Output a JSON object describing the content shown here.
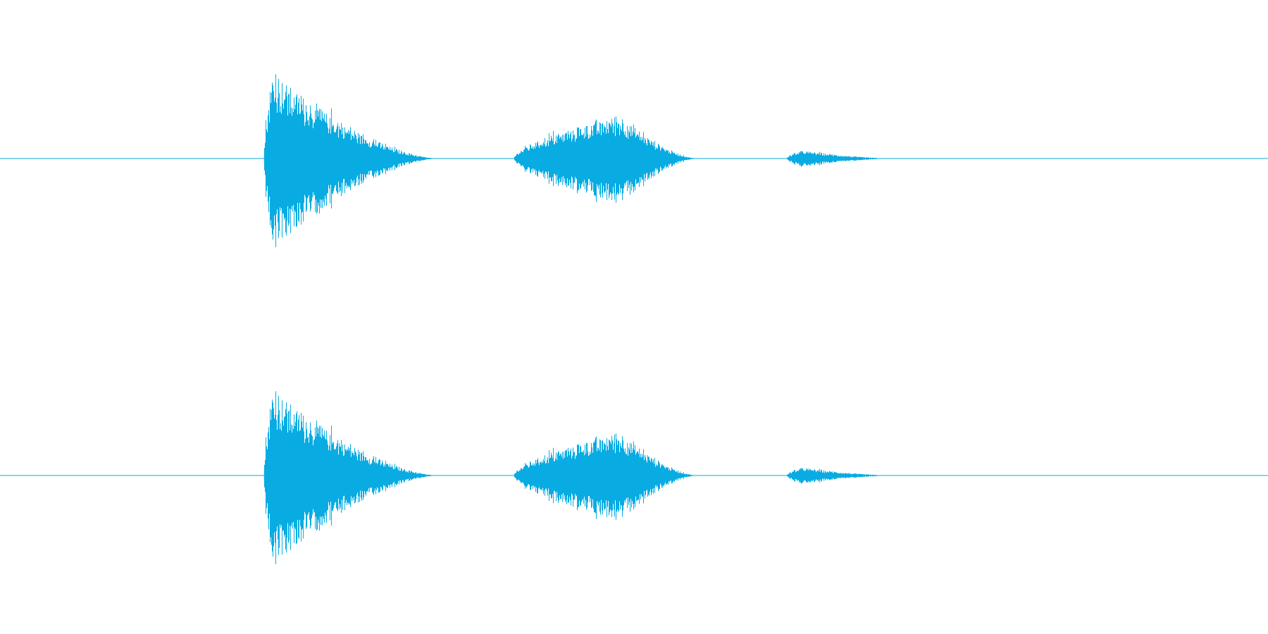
{
  "waveform": {
    "color": "#09acE2",
    "channel_count": 2,
    "channels": [
      {
        "id": "left"
      },
      {
        "id": "right"
      }
    ],
    "bursts": [
      {
        "start": 0.208,
        "peak": 0.215,
        "end": 0.345,
        "amplitude": 1.0
      },
      {
        "start": 0.405,
        "peak": 0.49,
        "end": 0.55,
        "amplitude": 0.5
      },
      {
        "start": 0.62,
        "peak": 0.633,
        "end": 0.705,
        "amplitude": 0.09
      }
    ]
  }
}
